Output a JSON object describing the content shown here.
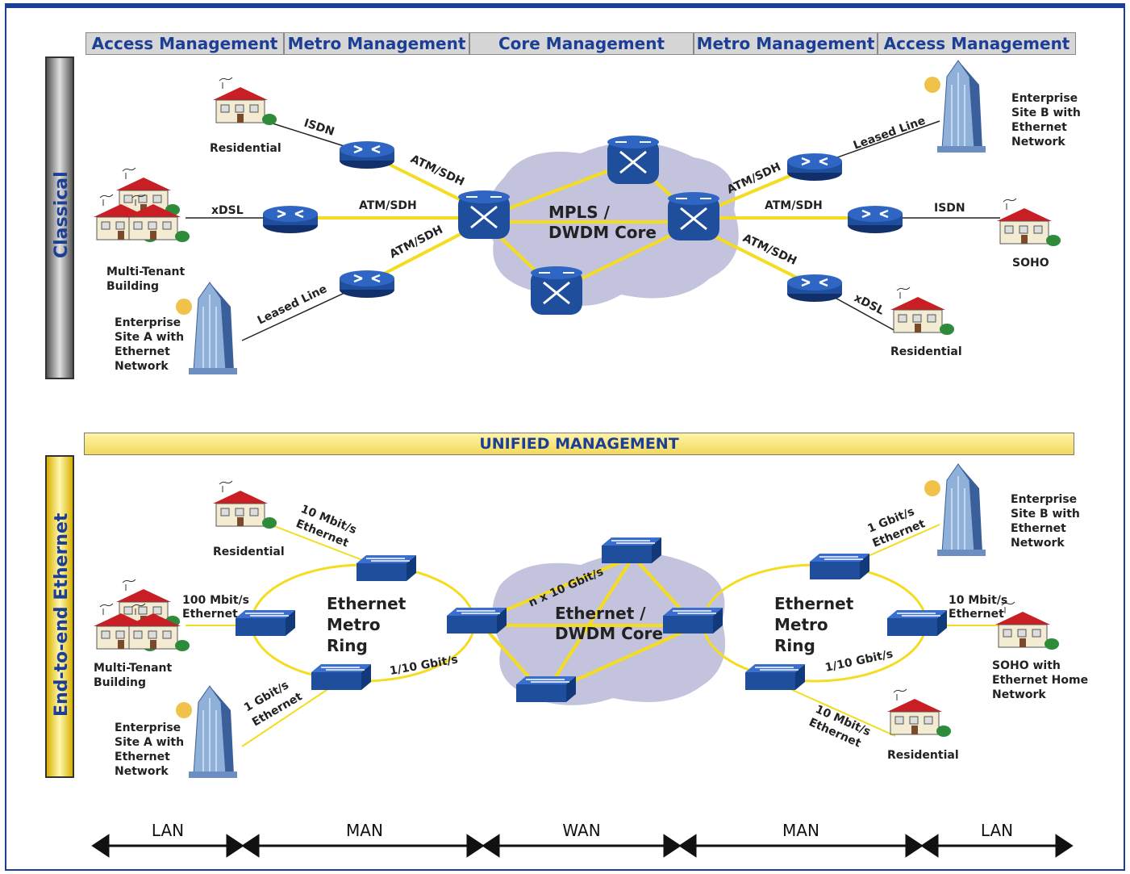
{
  "header_cells": [
    "Access Management",
    "Metro Management",
    "Core Management",
    "Metro Management",
    "Access Management"
  ],
  "bands": {
    "classical": "Classical",
    "ethernet": "End-to-end Ethernet"
  },
  "unified": "UNIFIED MANAGEMENT",
  "classical": {
    "residential_left": "Residential",
    "mtb": [
      "Multi-Tenant",
      "Building"
    ],
    "site_a": [
      "Enterprise",
      "Site A with",
      "Ethernet",
      "Network"
    ],
    "site_b": [
      "Enterprise",
      "Site B with",
      "Ethernet",
      "Network"
    ],
    "soho": "SOHO",
    "residential_right": "Residential",
    "core": [
      "MPLS /",
      "DWDM Core"
    ],
    "links": {
      "isdn": "ISDN",
      "xdsl": "xDSL",
      "leased": "Leased Line",
      "atm1": "ATM/SDH",
      "atm2": "ATM/SDH",
      "atm3": "ATM/SDH",
      "atm4": "ATM/SDH",
      "atm5": "ATM/SDH",
      "atm6": "ATM/SDH",
      "leased_r": "Leased Line",
      "isdn_r": "ISDN",
      "xdsl_r": "xDSL"
    }
  },
  "ethernet": {
    "residential_left": "Residential",
    "mtb": [
      "Multi-Tenant",
      "Building"
    ],
    "site_a": [
      "Enterprise",
      "Site A with",
      "Ethernet",
      "Network"
    ],
    "site_b": [
      "Enterprise",
      "Site B with",
      "Ethernet",
      "Network"
    ],
    "soho": [
      "SOHO with",
      "Ethernet Home",
      "Network"
    ],
    "residential_right": "Residential",
    "ring_left": [
      "Ethernet",
      "Metro",
      "Ring"
    ],
    "ring_right": [
      "Ethernet",
      "Metro",
      "Ring"
    ],
    "core": [
      "Ethernet /",
      "DWDM Core"
    ],
    "links": {
      "res_l": [
        "10 Mbit/s",
        "Ethernet"
      ],
      "mtb": [
        "100 Mbit/s",
        "Ethernet"
      ],
      "site_a": [
        "1 Gbit/s",
        "Ethernet"
      ],
      "ring_l": "1/10 Gbit/s",
      "core": "n x 10 Gbit/s",
      "site_b": [
        "1 Gbit/s",
        "Ethernet"
      ],
      "soho": [
        "10 Mbit/s",
        "Ethernet"
      ],
      "ring_r": "1/10 Gbit/s",
      "res_r": [
        "10 Mbit/s",
        "Ethernet"
      ]
    }
  },
  "spans": [
    "LAN",
    "MAN",
    "WAN",
    "MAN",
    "LAN"
  ],
  "colors": {
    "brand": "#1c3f95",
    "link": "#f5dc1e",
    "cloud": "#c3c3dd",
    "device": "#1f4f9c"
  }
}
